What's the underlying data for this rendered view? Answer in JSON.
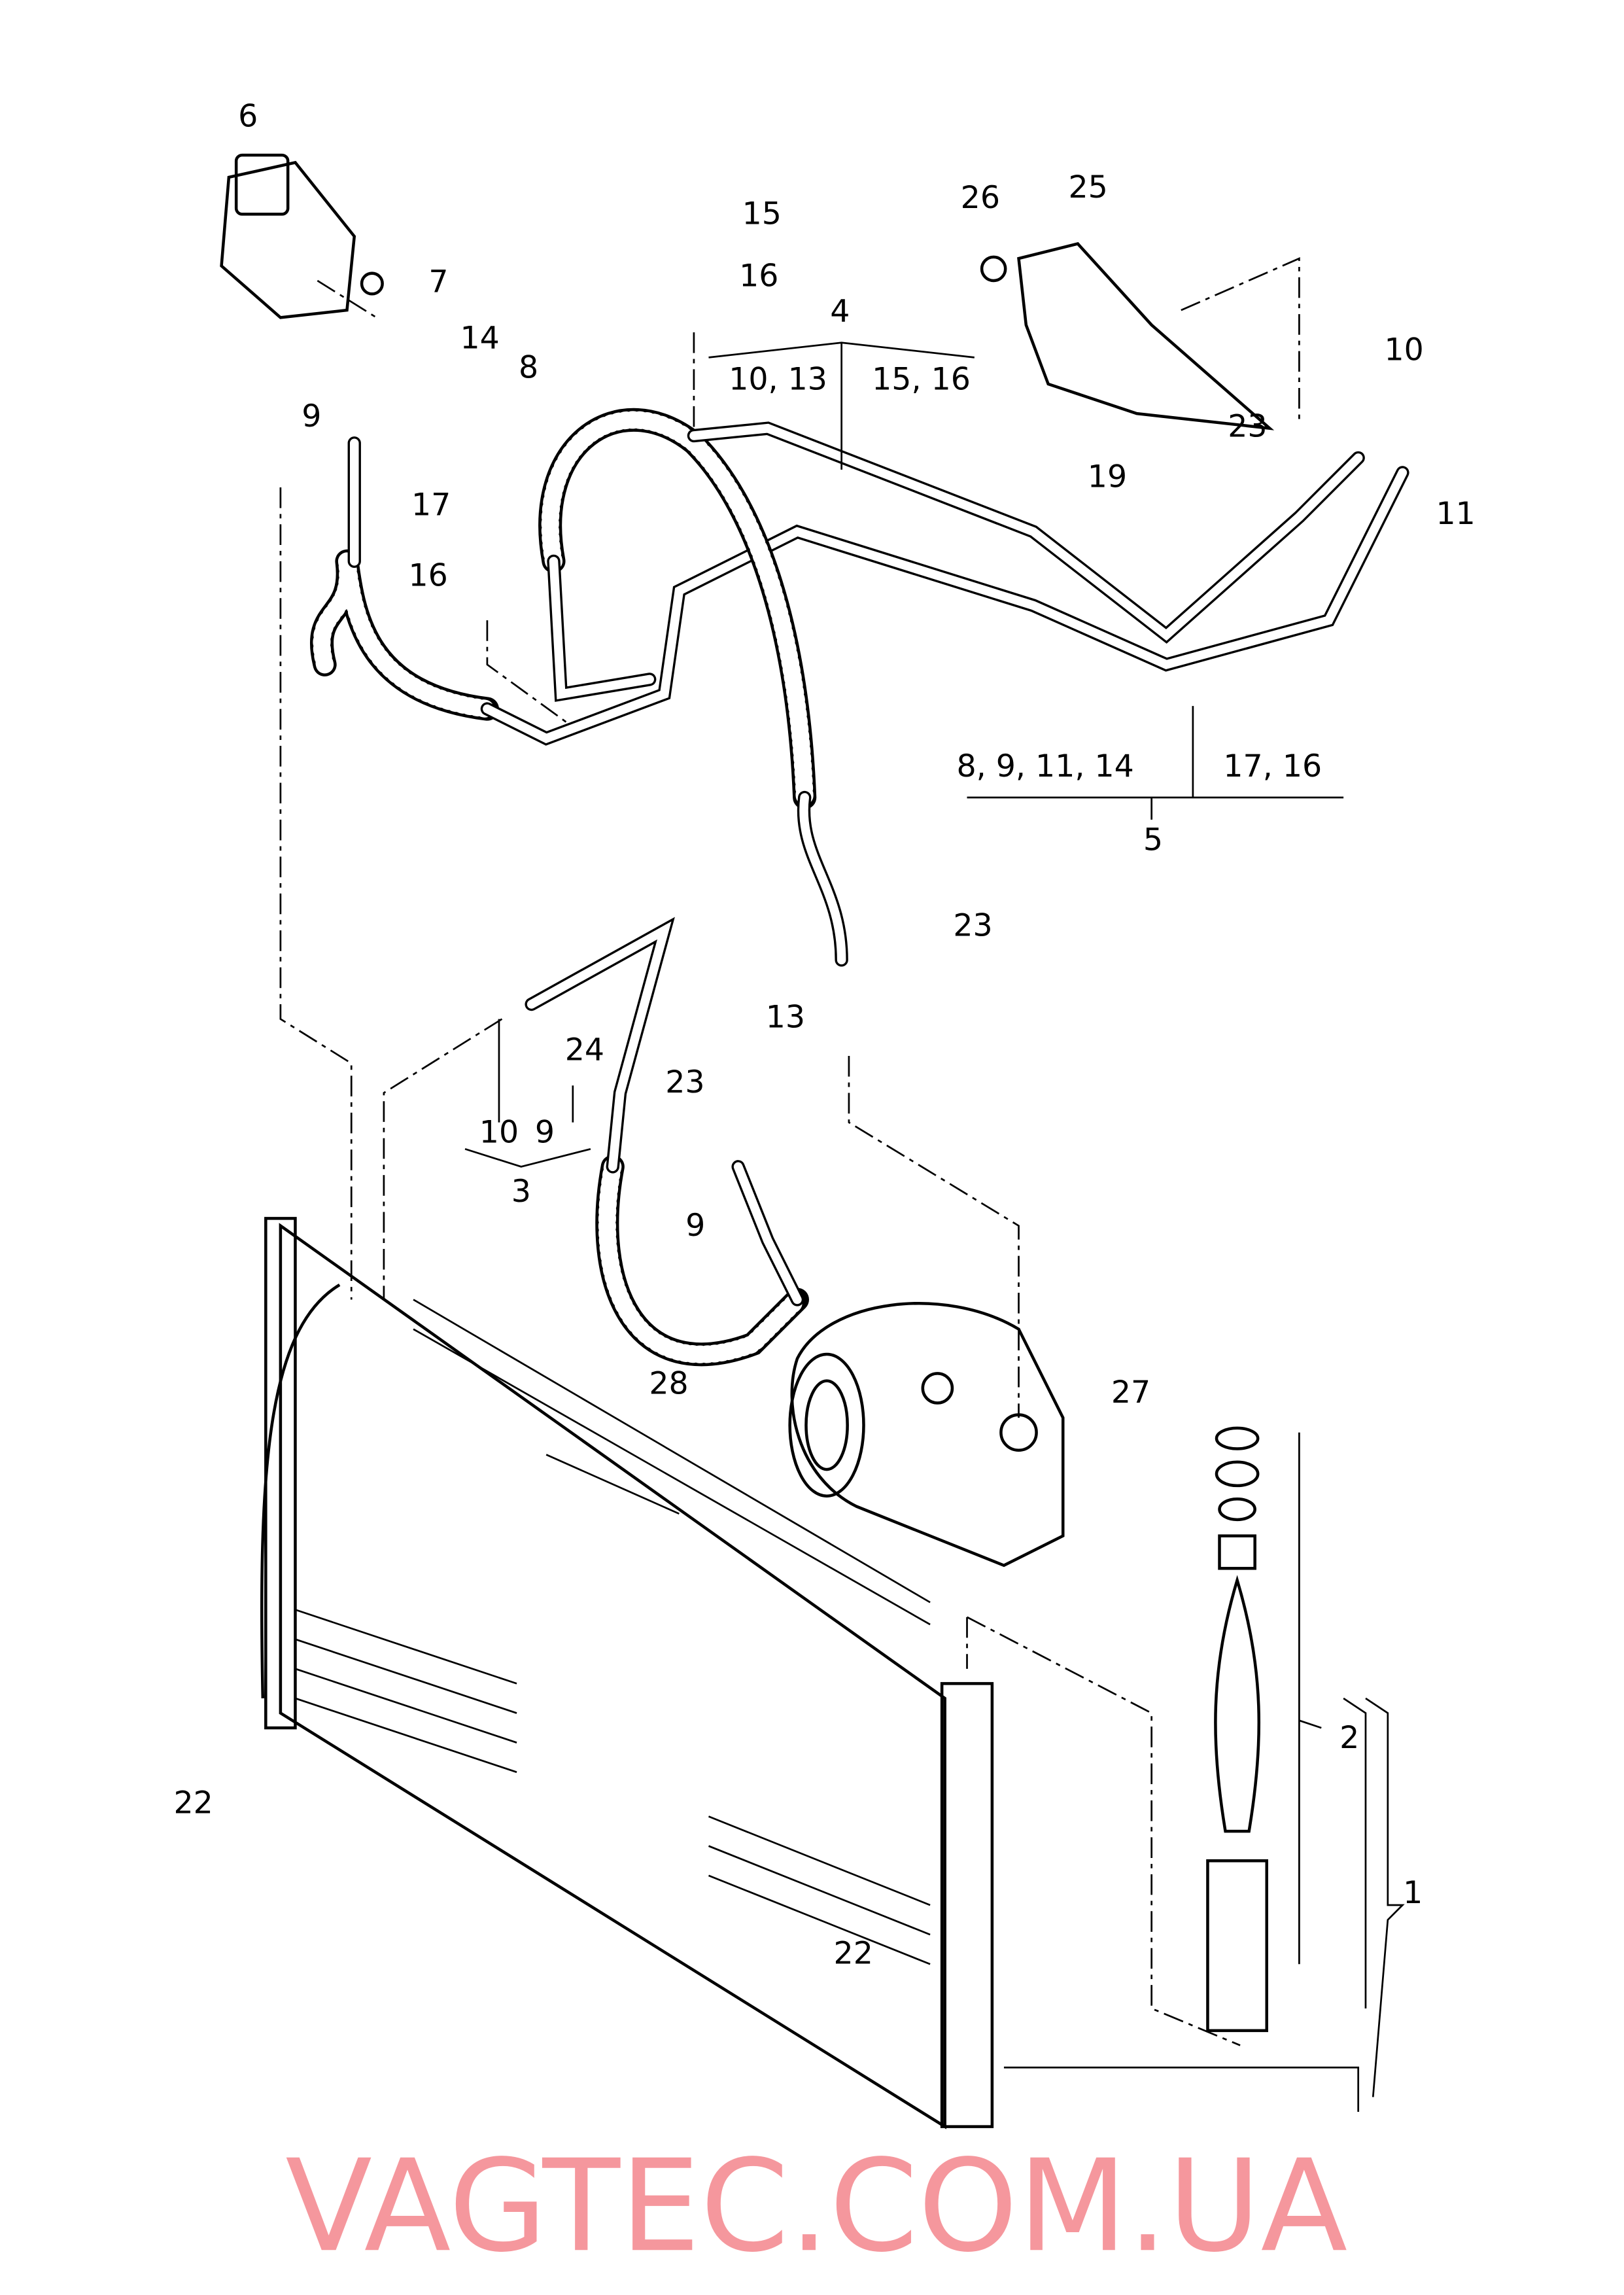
{
  "watermark": "VAGTEC.COM.UA",
  "callouts": {
    "c6": "6",
    "c7": "7",
    "c15": "15",
    "c16a": "16",
    "c26": "26",
    "c25": "25",
    "c4": "4",
    "g4a": "10, 13",
    "g4b": "15, 16",
    "c14": "14",
    "c8": "8",
    "c9a": "9",
    "c17": "17",
    "c16b": "16",
    "c10a": "10",
    "c23a": "23",
    "c19": "19",
    "c11": "11",
    "g5a": "8, 9, 11, 14",
    "g5b": "17, 16",
    "c5": "5",
    "c23b": "23",
    "c13": "13",
    "c24": "24",
    "c23c": "23",
    "c10b": "10",
    "c9b": "9",
    "c3": "3",
    "c9c": "9",
    "c28": "28",
    "c27": "27",
    "c2": "2",
    "c1": "1",
    "c22a": "22",
    "c22b": "22"
  }
}
